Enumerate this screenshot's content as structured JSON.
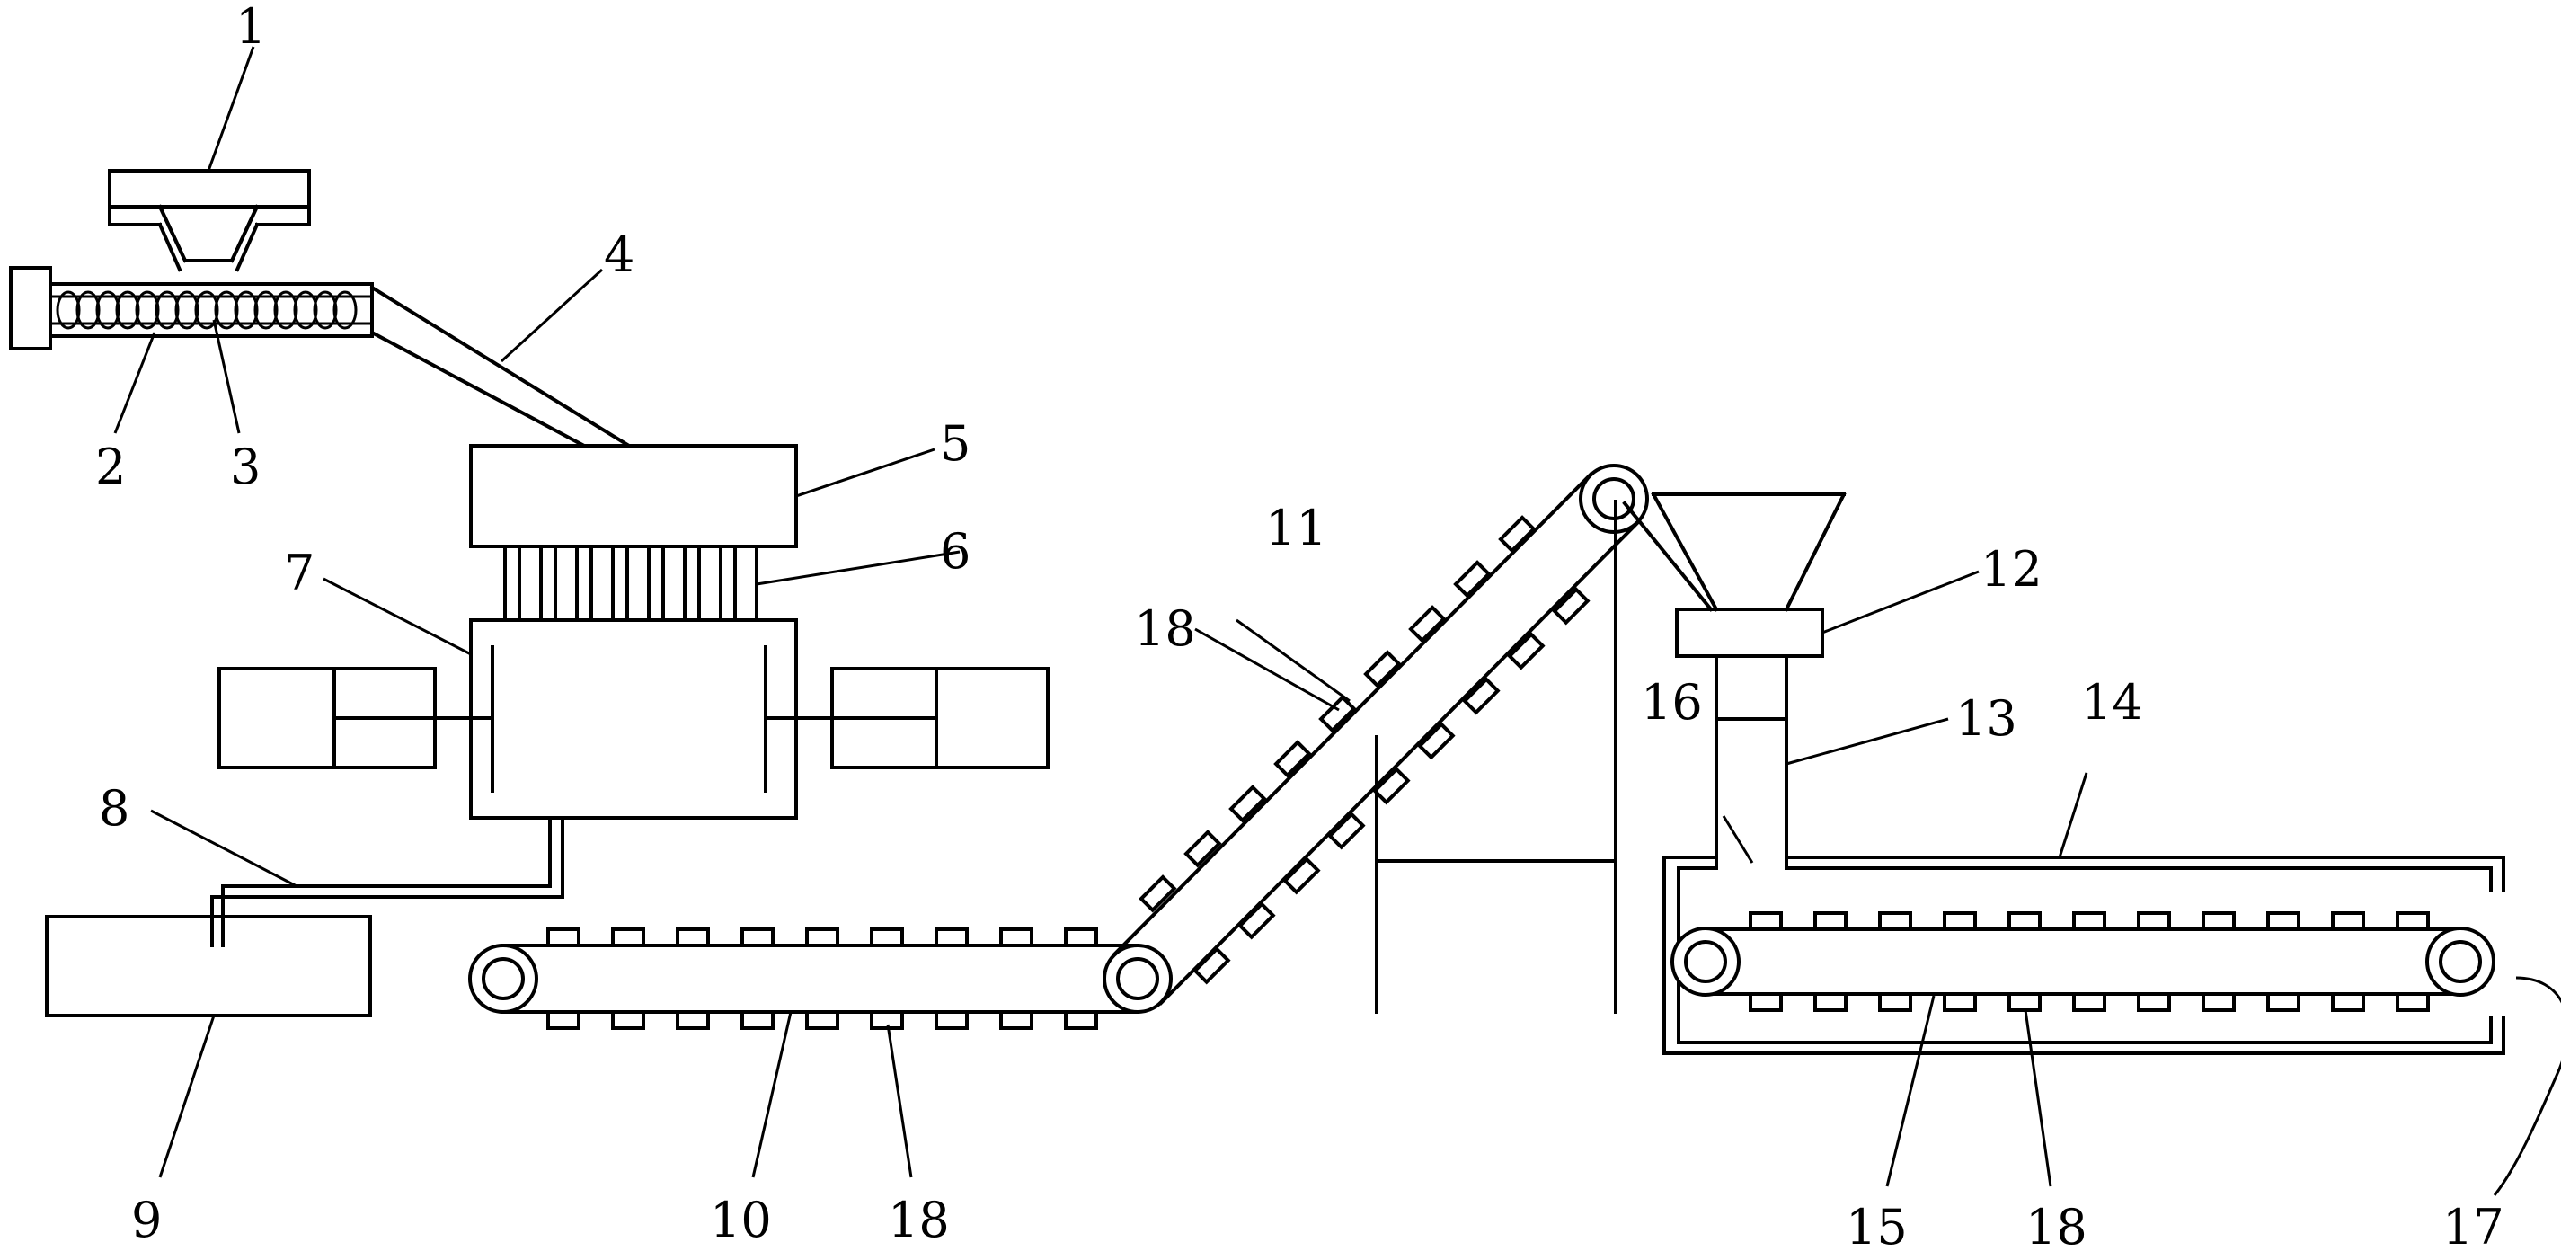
{
  "labels": {
    "l1": "1",
    "l2": "2",
    "l3": "3",
    "l4": "4",
    "l5": "5",
    "l6": "6",
    "l7": "7",
    "l8": "8",
    "l9": "9",
    "l10": "10",
    "l11": "11",
    "l12": "12",
    "l13": "13",
    "l14": "14",
    "l15": "15",
    "l16": "16",
    "l17": "17",
    "l18a": "18",
    "l18b": "18",
    "l18c": "18"
  }
}
